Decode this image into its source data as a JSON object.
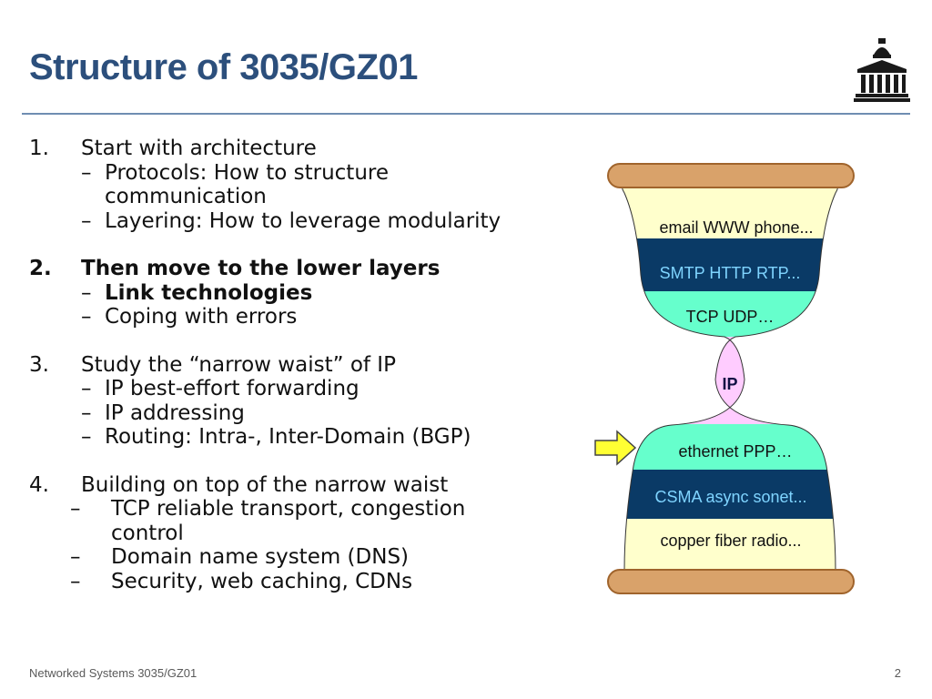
{
  "slide": {
    "title": "Structure of 3035/GZ01",
    "footer": "Networked Systems 3035/GZ01",
    "page_number": "2"
  },
  "outline": [
    {
      "number": "1.",
      "text": "Start with architecture",
      "bold": false,
      "subitems": [
        {
          "dash": "–",
          "lines": [
            "Protocols: How to structure",
            "communication"
          ],
          "bold": false
        },
        {
          "dash": "–",
          "lines": [
            "Layering: How to leverage modularity"
          ],
          "bold": false
        }
      ]
    },
    {
      "number": "2.",
      "text": "Then move to the lower layers",
      "bold": true,
      "subitems": [
        {
          "dash": "–",
          "lines": [
            "Link technologies"
          ],
          "bold": true
        },
        {
          "dash": "–",
          "lines": [
            "Coping with errors"
          ],
          "bold": false
        }
      ]
    },
    {
      "number": "3.",
      "text": "Study the “narrow waist” of IP",
      "bold": false,
      "subitems": [
        {
          "dash": "–",
          "lines": [
            "IP best-effort forwarding"
          ],
          "bold": false
        },
        {
          "dash": "–",
          "lines": [
            "IP addressing"
          ],
          "bold": false
        },
        {
          "dash": "–",
          "lines": [
            "Routing: Intra-, Inter-Domain (BGP)"
          ],
          "bold": false
        }
      ]
    },
    {
      "number": "4.",
      "text": "Building on top of the narrow waist",
      "bold": false,
      "subitems": [
        {
          "dash": "–",
          "lines": [
            "TCP reliable transport, congestion",
            "control"
          ],
          "bold": false
        },
        {
          "dash": "–",
          "lines": [
            "Domain name system (DNS)"
          ],
          "bold": false
        },
        {
          "dash": "–",
          "lines": [
            "Security, web caching, CDNs"
          ],
          "bold": false
        }
      ]
    }
  ],
  "hourglass": {
    "layers": [
      {
        "name": "applications",
        "text": "email  WWW  phone...",
        "fill": "#ffffcc",
        "text_color": "#111111"
      },
      {
        "name": "app-protocols",
        "text": "SMTP  HTTP  RTP...",
        "fill": "#0a3a66",
        "text_color": "#7fd4ff"
      },
      {
        "name": "transport",
        "text": "TCP  UDP…",
        "fill": "#66ffcc",
        "text_color": "#111111"
      },
      {
        "name": "network",
        "text": "IP",
        "fill": "#ffccff",
        "text_color": "#111144"
      },
      {
        "name": "link",
        "text": "ethernet   PPP…",
        "fill": "#66ffcc",
        "text_color": "#111111"
      },
      {
        "name": "mac",
        "text": "CSMA  async  sonet...",
        "fill": "#0a3a66",
        "text_color": "#7fd4ff"
      },
      {
        "name": "physical",
        "text": "copper  fiber  radio...",
        "fill": "#ffffcc",
        "text_color": "#111111"
      }
    ],
    "wood_color": "#d9a26a",
    "arrow_color": "#ffff33",
    "arrow_target": "link"
  },
  "colors": {
    "title": "#2c4f7c",
    "rule": "#6f8db2"
  }
}
